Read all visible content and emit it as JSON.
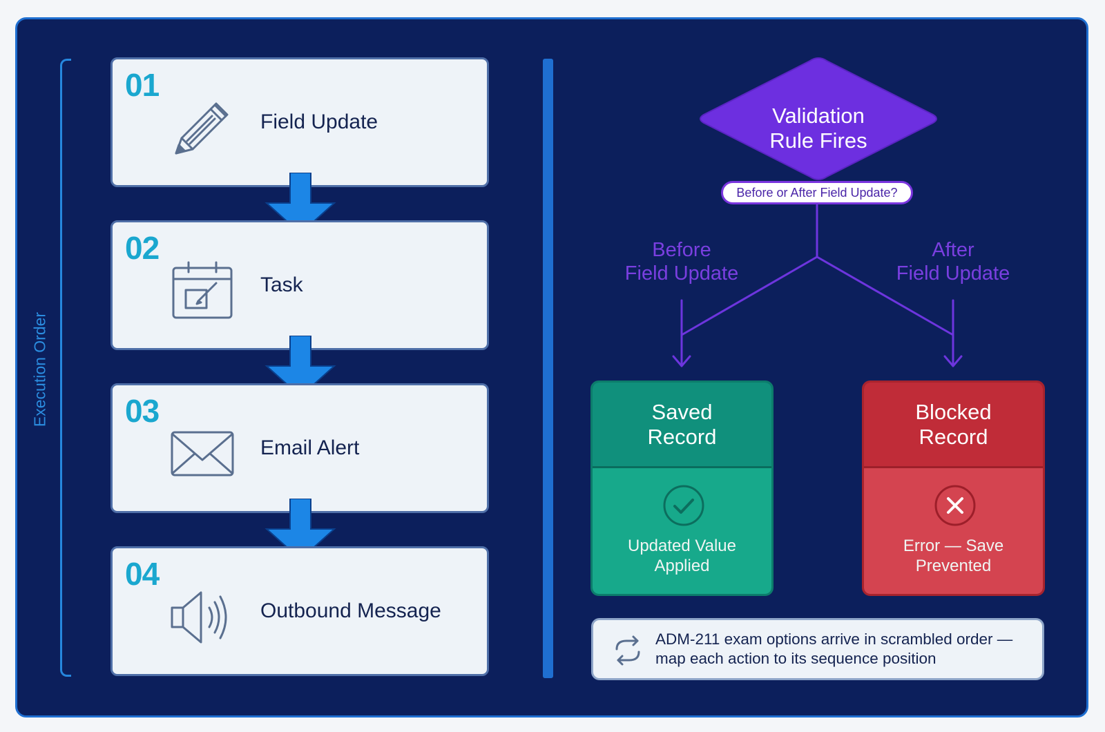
{
  "side_label": "Execution Order",
  "steps": [
    {
      "number": "01",
      "label": "Field Update",
      "icon": "pencil-icon"
    },
    {
      "number": "02",
      "label": "Task",
      "icon": "calendar-task-icon"
    },
    {
      "number": "03",
      "label": "Email Alert",
      "icon": "envelope-icon"
    },
    {
      "number": "04",
      "label": "Outbound Message",
      "icon": "speaker-icon"
    }
  ],
  "decision": {
    "title_line1": "Validation",
    "title_line2": "Rule Fires",
    "question": "Before or After Field Update?"
  },
  "branches": {
    "left": {
      "line1": "Before",
      "line2": "Field Update"
    },
    "right": {
      "line1": "After",
      "line2": "Field Update"
    }
  },
  "outcomes": {
    "saved": {
      "title_line1": "Saved",
      "title_line2": "Record",
      "caption_line1": "Updated Value",
      "caption_line2": "Applied",
      "icon": "check-circle-icon"
    },
    "blocked": {
      "title_line1": "Blocked",
      "title_line2": "Record",
      "caption_line1": "Error — Save",
      "caption_line2": "Prevented",
      "icon": "x-circle-icon"
    }
  },
  "note": {
    "line1": "ADM-211 exam options arrive in scrambled order —",
    "line2": "map each action to its sequence position",
    "icon": "shuffle-arrows-icon"
  },
  "colors": {
    "background": "#0c1f5c",
    "accent_blue": "#1f6fd1",
    "step_number": "#1aa7cf",
    "decision_purple": "#6d2fe0",
    "saved_green": "#17a98b",
    "blocked_red": "#d44450"
  }
}
